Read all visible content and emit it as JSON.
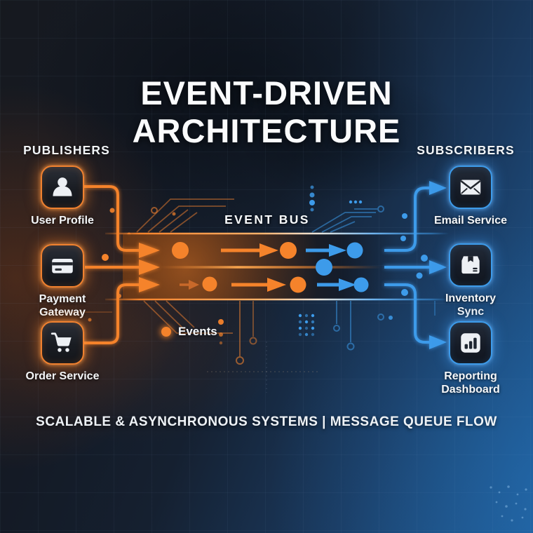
{
  "title": {
    "line1": "EVENT-DRIVEN",
    "line2": "ARCHITECTURE"
  },
  "sections": {
    "publishers_heading": "PUBLISHERS",
    "subscribers_heading": "SUBSCRIBERS"
  },
  "event_bus": {
    "label": "EVENT BUS",
    "legend_label": "Events"
  },
  "publishers": {
    "nodes": [
      {
        "label": "User Profile",
        "icon": "user-icon"
      },
      {
        "label": "Payment Gateway",
        "icon": "credit-card-icon"
      },
      {
        "label": "Order Service",
        "icon": "shopping-cart-icon"
      }
    ]
  },
  "subscribers": {
    "nodes": [
      {
        "label": "Email Service",
        "icon": "envelope-icon"
      },
      {
        "label": "Inventory Sync",
        "icon": "package-icon"
      },
      {
        "label": "Reporting Dashboard",
        "icon": "bar-chart-icon"
      }
    ]
  },
  "footer": {
    "tagline": "SCALABLE & ASYNCHRONOUS SYSTEMS | MESSAGE QUEUE FLOW"
  },
  "colors": {
    "publisher_accent": "#f5832b",
    "subscriber_accent": "#3d9bea",
    "background_dark": "#141a25",
    "background_blue": "#205f9c",
    "icon_glyph": "#edf0f4",
    "text": "#f4f6f8"
  }
}
